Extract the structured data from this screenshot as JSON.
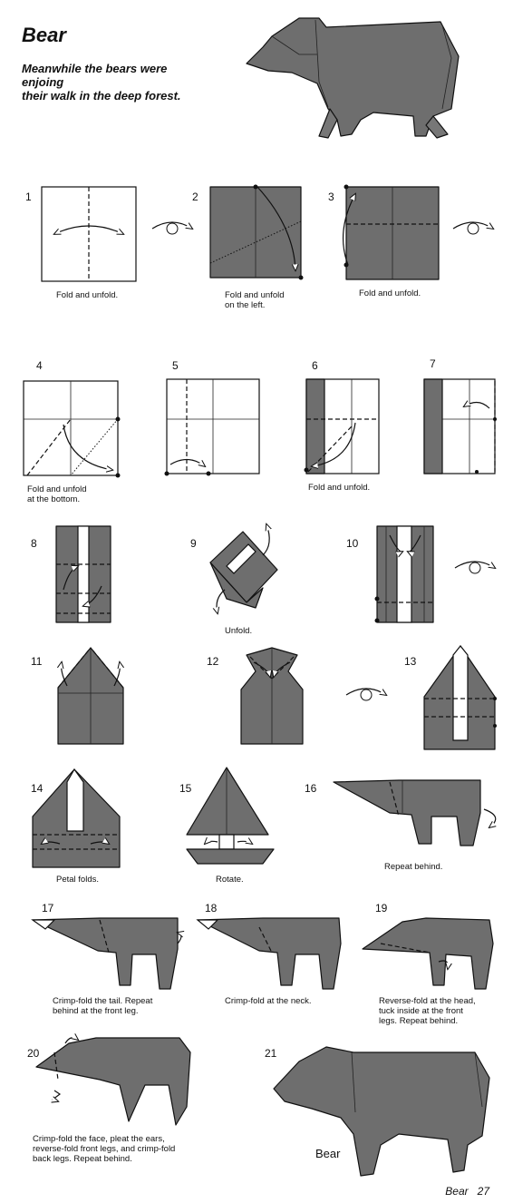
{
  "title": "Bear",
  "subtitle": "Meanwhile the bears were\nenjoing\ntheir walk in the deep forest.",
  "steps": [
    {
      "n": "1",
      "caption": "Fold and unfold."
    },
    {
      "n": "2",
      "caption": "Fold and unfold\non the left."
    },
    {
      "n": "3",
      "caption": "Fold and unfold."
    },
    {
      "n": "4",
      "caption": "Fold and unfold\nat the bottom."
    },
    {
      "n": "5",
      "caption": ""
    },
    {
      "n": "6",
      "caption": "Fold and unfold."
    },
    {
      "n": "7",
      "caption": ""
    },
    {
      "n": "8",
      "caption": ""
    },
    {
      "n": "9",
      "caption": "Unfold."
    },
    {
      "n": "10",
      "caption": ""
    },
    {
      "n": "11",
      "caption": ""
    },
    {
      "n": "12",
      "caption": ""
    },
    {
      "n": "13",
      "caption": ""
    },
    {
      "n": "14",
      "caption": "Petal folds."
    },
    {
      "n": "15",
      "caption": "Rotate."
    },
    {
      "n": "16",
      "caption": "Repeat behind."
    },
    {
      "n": "17",
      "caption": "Crimp-fold the tail. Repeat\nbehind at the front leg."
    },
    {
      "n": "18",
      "caption": "Crimp-fold at the neck."
    },
    {
      "n": "19",
      "caption": "Reverse-fold at the head,\ntuck inside at the front\nlegs. Repeat behind."
    },
    {
      "n": "20",
      "caption": "Crimp-fold the face, pleat the ears,\nreverse-fold front legs, and crimp-fold\nback legs. Repeat behind."
    },
    {
      "n": "21",
      "caption": ""
    }
  ],
  "final_label": "Bear",
  "footer": {
    "name": "Bear",
    "page": "27"
  },
  "colors": {
    "paper": "#6e6e6e",
    "background": "#ffffff",
    "ink": "#111111"
  },
  "icons": [
    "turn-over-icon",
    "fold-arrow-icon"
  ]
}
